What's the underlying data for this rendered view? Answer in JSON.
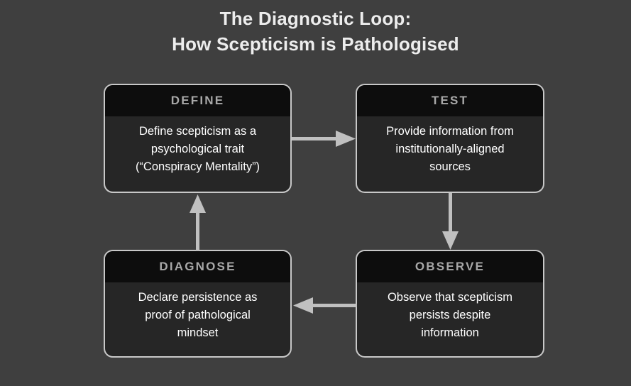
{
  "title": {
    "line1": "The Diagnostic Loop:",
    "line2": "How Scepticism is Pathologised"
  },
  "colors": {
    "background": "#3f3f3f",
    "box_border": "#c8c8c8",
    "box_header_bg": "#0d0d0d",
    "box_header_text": "#a8a8a8",
    "box_body_bg": "#262626",
    "box_body_text": "#ffffff",
    "title_text": "#ededed",
    "arrow": "#c0c0c0"
  },
  "nodes": [
    {
      "id": "define",
      "header": "DEFINE",
      "body_lines": [
        "Define scepticism as a",
        "psychological trait",
        "(“Conspiracy Mentality”)"
      ]
    },
    {
      "id": "test",
      "header": "TEST",
      "body_lines": [
        "Provide information from",
        "institutionally-aligned",
        "sources"
      ]
    },
    {
      "id": "observe",
      "header": "OBSERVE",
      "body_lines": [
        "Observe that scepticism",
        "persists despite",
        "information"
      ]
    },
    {
      "id": "diagnose",
      "header": "DIAGNOSE",
      "body_lines": [
        "Declare persistence as",
        "proof of pathological",
        "mindset"
      ]
    }
  ],
  "arrows": [
    {
      "id": "define-to-test",
      "from": "define",
      "to": "test",
      "direction": "right"
    },
    {
      "id": "test-to-observe",
      "from": "test",
      "to": "observe",
      "direction": "down"
    },
    {
      "id": "observe-to-diagnose",
      "from": "observe",
      "to": "diagnose",
      "direction": "left"
    },
    {
      "id": "diagnose-to-define",
      "from": "diagnose",
      "to": "define",
      "direction": "up"
    }
  ]
}
